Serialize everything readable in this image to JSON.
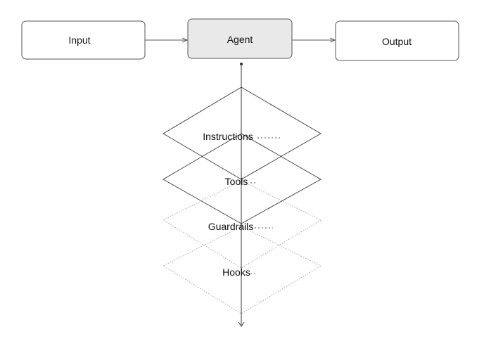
{
  "nodes": {
    "input": "Input",
    "agent": "Agent",
    "output": "Output"
  },
  "layers": [
    {
      "label": "Instructions",
      "style": "solid"
    },
    {
      "label": "Tools",
      "style": "solid"
    },
    {
      "label": "Guardrails",
      "style": "dotted"
    },
    {
      "label": "Hooks",
      "style": "dotted"
    }
  ],
  "colors": {
    "agent_fill": "#e9e9e9",
    "box_stroke": "#555555",
    "solid_layer": "#3a3a3a",
    "dotted_layer": "#9a9a9a"
  }
}
